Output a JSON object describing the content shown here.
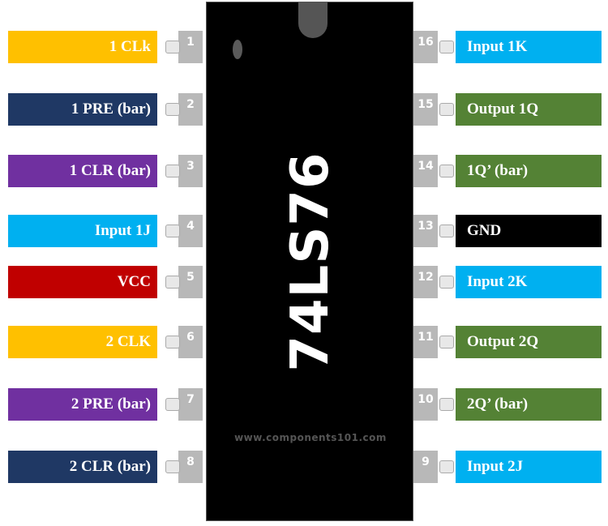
{
  "chip": {
    "name": "74LS76",
    "website": "www.components101.com"
  },
  "colors": {
    "yellow": "#ffc000",
    "navy": "#1f3864",
    "purple": "#7030a0",
    "cyan": "#00b0f0",
    "red": "#c00000",
    "green": "#548235",
    "black": "#000000"
  },
  "left_pins": [
    {
      "num": "1",
      "label": "1 CLk",
      "color": "#ffc000"
    },
    {
      "num": "2",
      "label": "1 PRE (bar)",
      "color": "#1f3864"
    },
    {
      "num": "3",
      "label": "1 CLR (bar)",
      "color": "#7030a0"
    },
    {
      "num": "4",
      "label": "Input 1J",
      "color": "#00b0f0"
    },
    {
      "num": "5",
      "label": "VCC",
      "color": "#c00000"
    },
    {
      "num": "6",
      "label": "2 CLK",
      "color": "#ffc000"
    },
    {
      "num": "7",
      "label": "2 PRE (bar)",
      "color": "#7030a0"
    },
    {
      "num": "8",
      "label": "2 CLR (bar)",
      "color": "#1f3864"
    }
  ],
  "right_pins": [
    {
      "num": "16",
      "label": "Input 1K",
      "color": "#00b0f0"
    },
    {
      "num": "15",
      "label": "Output 1Q",
      "color": "#548235"
    },
    {
      "num": "14",
      "label": "1Q’ (bar)",
      "color": "#548235"
    },
    {
      "num": "13",
      "label": "GND",
      "color": "#000000"
    },
    {
      "num": "12",
      "label": "Input 2K",
      "color": "#00b0f0"
    },
    {
      "num": "11",
      "label": "Output 2Q",
      "color": "#548235"
    },
    {
      "num": "10",
      "label": "2Q’ (bar)",
      "color": "#548235"
    },
    {
      "num": "9",
      "label": "Input 2J",
      "color": "#00b0f0"
    }
  ]
}
